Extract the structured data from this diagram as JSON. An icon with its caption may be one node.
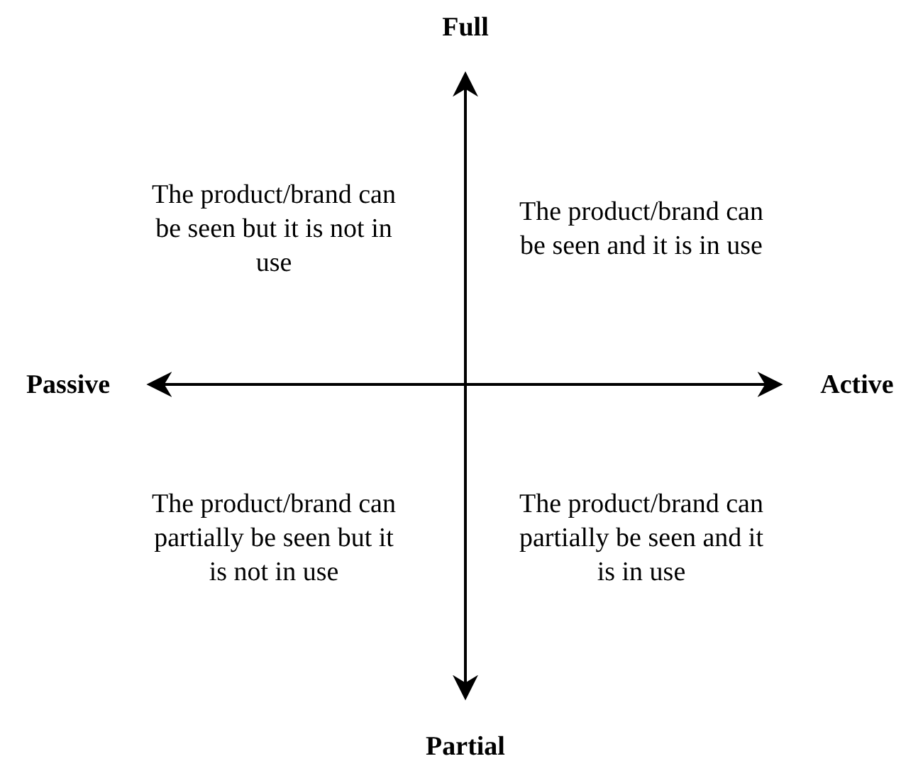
{
  "diagram": {
    "labels": [
      "Full",
      "The product/brand can be seen but it is not in use",
      "The product/brand can be seen and it is in use",
      "Passive",
      "Active",
      "The product/brand can partially be seen but it is not in use",
      "The product/brand can partially be seen and it is in use",
      "Partial"
    ]
  }
}
